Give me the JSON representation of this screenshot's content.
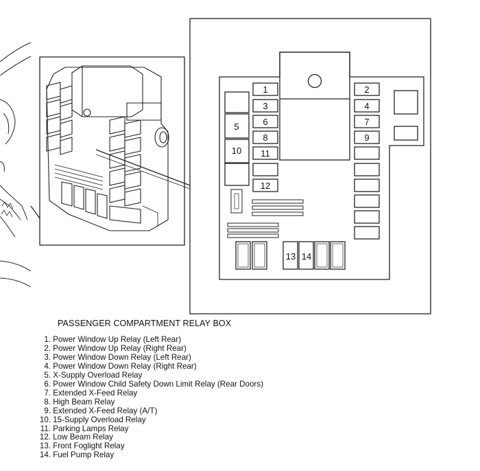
{
  "caption": "PASSENGER COMPARTMENT RELAY BOX",
  "relay_labels": [
    "1",
    "2",
    "3",
    "4",
    "5",
    "6",
    "7",
    "8",
    "9",
    "10",
    "11",
    "12",
    "13",
    "14"
  ],
  "legend": [
    {
      "num": "1.",
      "text": "Power Window Up Relay (Left Rear)"
    },
    {
      "num": "2.",
      "text": "Power Window Up Relay (Right Rear)"
    },
    {
      "num": "3.",
      "text": "Power Window Down Relay (Left Rear)"
    },
    {
      "num": "4.",
      "text": "Power Window Down Relay (Right Rear)"
    },
    {
      "num": "5.",
      "text": "X-Supply Overload Relay"
    },
    {
      "num": "6.",
      "text": "Power Window Child Safety Down Limit Relay (Rear Doors)"
    },
    {
      "num": "7.",
      "text": "Extended X-Feed Relay"
    },
    {
      "num": "8.",
      "text": "High Beam Relay"
    },
    {
      "num": "9.",
      "text": "Extended X-Feed Relay (A/T)"
    },
    {
      "num": "10.",
      "text": "15-Supply Overload Relay"
    },
    {
      "num": "11.",
      "text": "Parking Lamps Relay"
    },
    {
      "num": "12.",
      "text": "Low Beam Relay"
    },
    {
      "num": "13.",
      "text": "Front Foglight Relay"
    },
    {
      "num": "14.",
      "text": "Fuel Pump Relay"
    }
  ]
}
